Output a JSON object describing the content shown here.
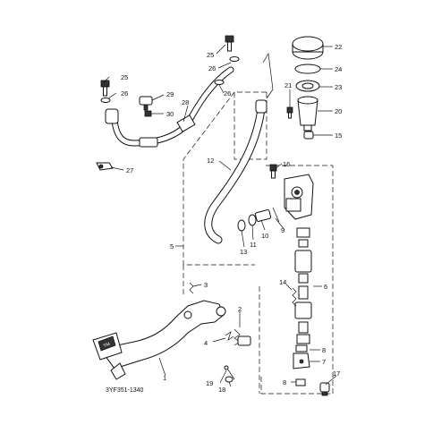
{
  "diagram_code": "3YF351-1340",
  "callouts": {
    "c1": "1",
    "c2": "2",
    "c3": "3",
    "c4": "4",
    "c5": "5",
    "c6": "6",
    "c7": "7",
    "c8a": "8",
    "c8b": "8",
    "c9": "9",
    "c10": "10",
    "c11": "11",
    "c12": "12",
    "c13": "13",
    "c14": "14",
    "c15": "15",
    "c16": "16",
    "c17": "17",
    "c18": "18",
    "c19": "19",
    "c20": "20",
    "c21": "21",
    "c22": "22",
    "c23": "23",
    "c24": "24",
    "c25a": "25",
    "c25b": "25",
    "c26a": "26",
    "c26b": "26",
    "c26c": "26",
    "c27": "27",
    "c28": "28",
    "c29": "29",
    "c30": "30"
  },
  "pedal_stamp": "YM"
}
